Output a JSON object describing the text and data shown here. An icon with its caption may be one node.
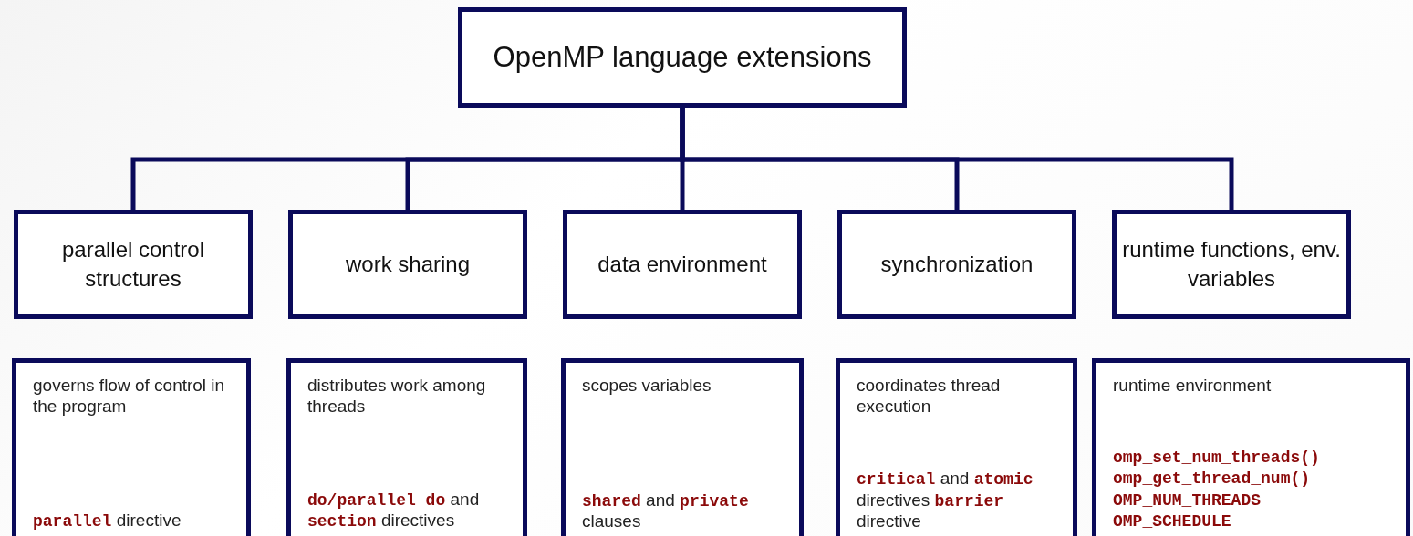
{
  "diagram": {
    "nodes": [
      {
        "text": [
          "OpenMP language extensions"
        ]
      },
      {
        "text": [
          "parallel control structures"
        ]
      },
      {
        "text": [
          "work sharing"
        ]
      },
      {
        "text": [
          "data environment"
        ]
      },
      {
        "text": [
          "synchronization"
        ]
      },
      {
        "text": [
          "runtime functions, env. variables"
        ]
      },
      {
        "text": [
          "governs flow of control in the program",
          "**parallel** directive"
        ]
      },
      {
        "text": [
          "distributes work among threads",
          "**do/parallel do** and **section** directives"
        ]
      },
      {
        "text": [
          "scopes variables",
          "**shared** and **private** clauses"
        ]
      },
      {
        "text": [
          "coordinates thread execution",
          "**critical** and **atomic** directives **barrier** directive"
        ]
      },
      {
        "text": [
          "runtime environment",
          "**omp_set_num_threads() omp_get_thread_num() OMP_NUM_THREADS OMP_SCHEDULE**"
        ]
      }
    ],
    "edges": [
      {
        "from": 0,
        "to": 1,
        "arrow": "none"
      },
      {
        "from": 0,
        "to": 2,
        "arrow": "none"
      },
      {
        "from": 0,
        "to": 3,
        "arrow": "none"
      },
      {
        "from": 0,
        "to": 4,
        "arrow": "none"
      },
      {
        "from": 0,
        "to": 5,
        "arrow": "none"
      }
    ]
  }
}
